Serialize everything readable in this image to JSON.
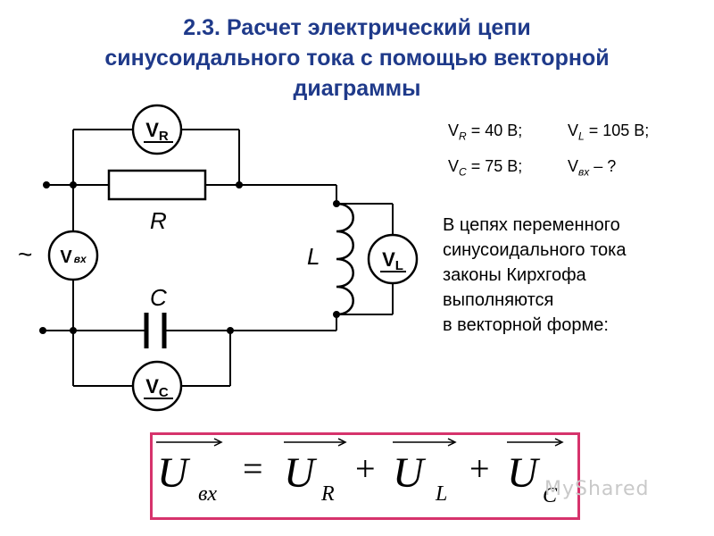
{
  "title": {
    "line1": "2.3. Расчет электрический цепи",
    "line2": "синусоидального тока с помощью векторной",
    "line3": "диаграммы"
  },
  "circuit": {
    "meter_R_main": "V",
    "meter_R_sub": "R",
    "meter_in_main": "V",
    "meter_in_sub": "вх",
    "meter_L_main": "V",
    "meter_L_sub": "L",
    "meter_C_main": "V",
    "meter_C_sub": "C",
    "label_R": "R",
    "label_L": "L",
    "label_C": "C",
    "ac_symbol": "~"
  },
  "given": {
    "vr_main": "V",
    "vr_sub": "R",
    "vr_value": "= 40 В;",
    "vl_main": "V",
    "vl_sub": "L",
    "vl_value": "= 105 В;",
    "vc_main": "V",
    "vc_sub": "C",
    "vc_value": "= 75 В;",
    "vin_main": "V",
    "vin_sub": "вх",
    "vin_value": "– ?"
  },
  "note": {
    "line1": "В цепях переменного",
    "line2": "синусоидального тока",
    "line3": "законы Кирхгофа",
    "line4": "выполняются",
    "line5": "в векторной форме:"
  },
  "formula": {
    "u1_main": "U",
    "u1_sub": "вх",
    "equals": "=",
    "u2_main": "U",
    "u2_sub": "R",
    "plus1": "+",
    "u3_main": "U",
    "u3_sub": "L",
    "plus2": "+",
    "u4_main": "U",
    "u4_sub": "C"
  },
  "watermark": "MyShared",
  "colors": {
    "title": "#1f3a8a",
    "formula_border": "#d6336c"
  }
}
